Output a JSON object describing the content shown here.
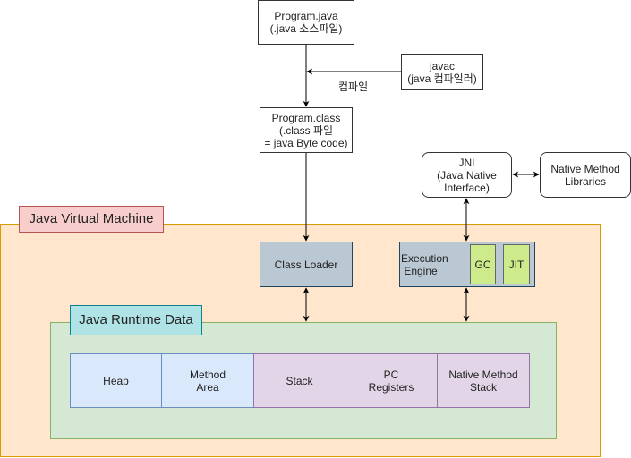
{
  "diagram": {
    "program_java": "Program.java\n(.java 소스파일)",
    "javac": "javac\n(java 컴파일러)",
    "compile_label": "컴파일",
    "program_class": "Program.class\n(.class 파일\n= java Byte code)",
    "jni": "JNI\n(Java Native\nInterface)",
    "native_libraries": "Native Method\nLibraries",
    "jvm_label": "Java Virtual Machine",
    "class_loader": "Class Loader",
    "execution_engine": "Execution\n Engine",
    "gc": "GC",
    "jit": "JIT",
    "runtime_label": "Java Runtime Data",
    "runtime_areas": [
      "Heap",
      "Method\nArea",
      "Stack",
      "PC\nRegisters",
      "Native Method\nStack"
    ]
  },
  "colors": {
    "jvm_fill": "#ffe6cc",
    "jvm_border": "#d79b00",
    "jvm_label_fill": "#f8cecc",
    "jvm_label_border": "#b85450",
    "runtime_fill": "#d5e8d4",
    "runtime_border": "#82b366",
    "runtime_label_fill": "#b0e3e6",
    "runtime_label_border": "#0e8088",
    "blue_fill": "#dae8fc",
    "blue_border": "#6c8ebf",
    "purple_fill": "#e1d5e7",
    "purple_border": "#9673a6",
    "engine_fill": "#bac8d3",
    "engine_border": "#23445d",
    "green_fill": "#cdeb8b",
    "green_border": "#666666"
  }
}
